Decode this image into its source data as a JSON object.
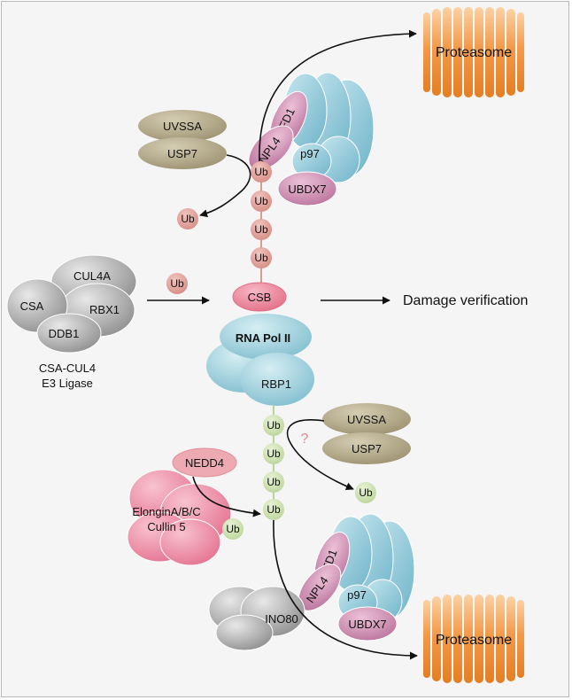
{
  "labels": {
    "proteasome_top": "Proteasome",
    "proteasome_bottom": "Proteasome",
    "uvssa_top": "UVSSA",
    "usp7_top": "USP7",
    "uvssa_bottom": "UVSSA",
    "usp7_bottom": "USP7",
    "ufd1_top": "UFD1",
    "npl4_top": "NPL4",
    "p97_top": "p97",
    "ubdx7_top": "UBDX7",
    "ufd1_bottom": "UFD1",
    "npl4_bottom": "NPL4",
    "p97_bottom": "p97",
    "ubdx7_bottom": "UBDX7",
    "ub": "Ub",
    "csb": "CSB",
    "rna_pol": "RNA Pol II",
    "rbp1": "RBP1",
    "cul4a": "CUL4A",
    "csa": "CSA",
    "rbx1": "RBX1",
    "ddb1": "DDB1",
    "csa_cul4_line1": "CSA-CUL4",
    "csa_cul4_line2": "E3 Ligase",
    "damage_verification": "Damage verification",
    "question_mark": "?",
    "nedd4": "NEDD4",
    "elongin_line1": "ElonginA/B/C",
    "elongin_line2": "Cullin 5",
    "ino80": "INO80"
  },
  "colors": {
    "proteasome": "#f0a050",
    "ub_pink": "#dc9a92",
    "ub_green": "#cfe3b0",
    "csb": "#ec8497",
    "usp_olive": "#aaa080",
    "p97_blue": "#8cc7d9",
    "mauve": "#c883a8",
    "pol_blue": "#a9d6e0",
    "nedd4": "#eeaab2",
    "elongin_pink": "#ec8aa3",
    "gray_complex": "#a8a8a8"
  }
}
